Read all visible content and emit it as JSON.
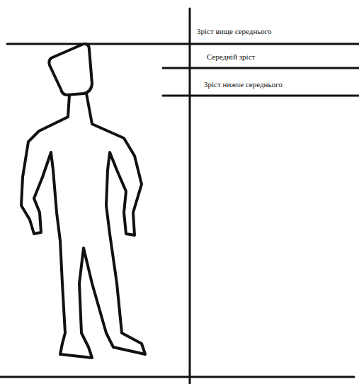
{
  "diagram": {
    "labels": [
      "Зріст вище середнього",
      "Середній зріст",
      "Зріст нижче середнього"
    ]
  }
}
